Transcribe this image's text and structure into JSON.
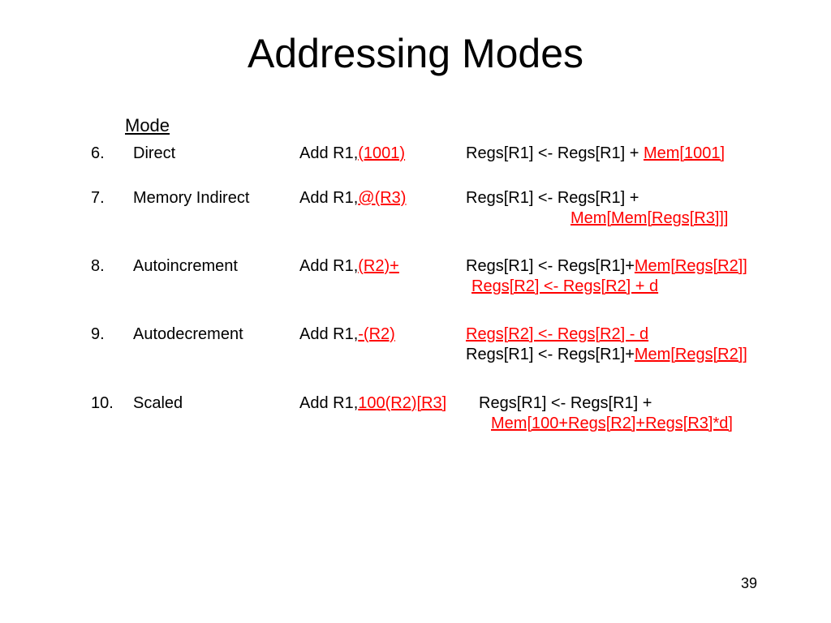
{
  "slide": {
    "title": "Addressing Modes",
    "mode_header": "Mode",
    "page_number": "39"
  },
  "rows": [
    {
      "num": "6.",
      "name": "Direct",
      "instr_prefix": "Add R1,",
      "instr_operand": "(1001)",
      "desc1_black": "Regs[R1] <- Regs[R1] + ",
      "desc1_red": "Mem[1001]",
      "desc2_black": "",
      "desc2_red": ""
    },
    {
      "num": "7.",
      "name": "Memory Indirect",
      "instr_prefix": "Add R1,",
      "instr_operand": "@(R3)",
      "desc1_black": "Regs[R1] <- Regs[R1] +",
      "desc1_red": "",
      "desc2_black": "",
      "desc2_red": "Mem[Mem[Regs[R3]]]"
    },
    {
      "num": "8.",
      "name": "Autoincrement",
      "instr_prefix": "Add R1,",
      "instr_operand": "(R2)+",
      "desc1_black": "Regs[R1] <- Regs[R1]+",
      "desc1_red": "Mem[Regs[R2]]",
      "desc2_black": "",
      "desc2_red": "Regs[R2] <- Regs[R2] + d"
    },
    {
      "num": "9.",
      "name": "Autodecrement",
      "instr_prefix": "Add R1,",
      "instr_operand": "-(R2)",
      "desc1_black": "",
      "desc1_red": "Regs[R2] <- Regs[R2] - d",
      "desc2_black": "Regs[R1] <- Regs[R1]+",
      "desc2_red": "Mem[Regs[R2]]"
    },
    {
      "num": "10.",
      "name": "Scaled",
      "instr_prefix": "Add R1,",
      "instr_operand": "100(R2)[R3]",
      "desc1_black": "Regs[R1] <- Regs[R1] +",
      "desc1_red": "",
      "desc2_black": "",
      "desc2_red": "Mem[100+Regs[R2]+Regs[R3]*d]"
    }
  ]
}
